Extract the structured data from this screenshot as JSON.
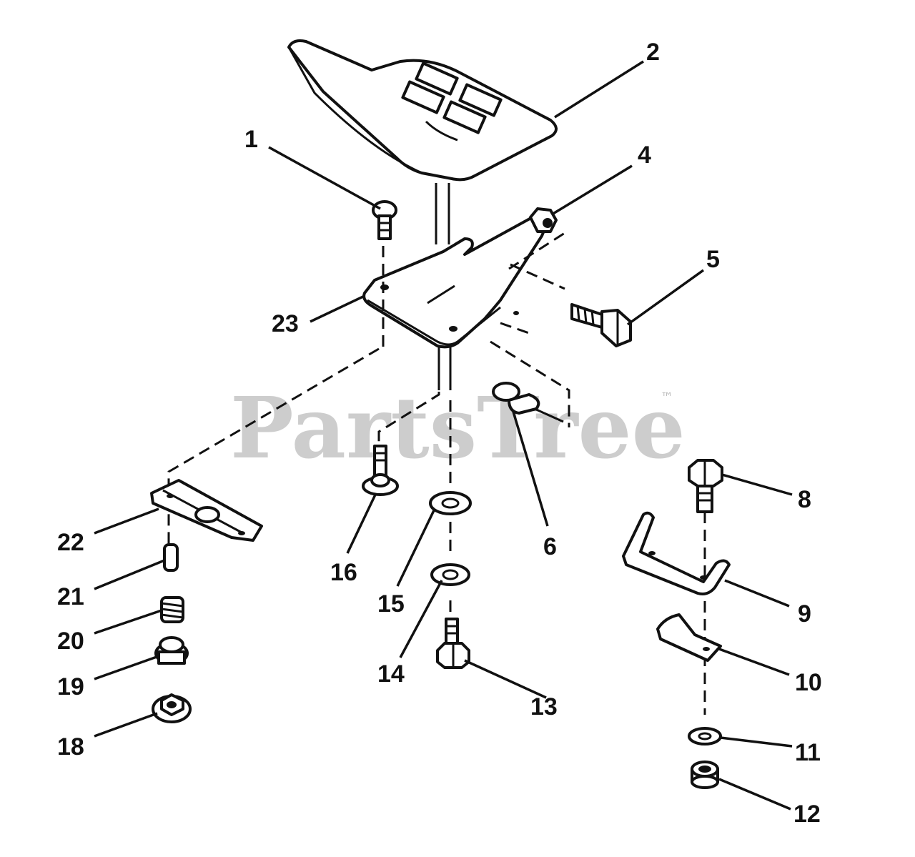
{
  "watermark": {
    "text": "PartsTree",
    "trademark": "™"
  },
  "callouts": [
    "1",
    "2",
    "4",
    "5",
    "6",
    "8",
    "9",
    "10",
    "11",
    "12",
    "13",
    "14",
    "15",
    "16",
    "18",
    "19",
    "20",
    "21",
    "22",
    "23"
  ],
  "colors": {
    "ink": "#111111",
    "background": "#ffffff",
    "watermark": "#bdbdbd"
  }
}
